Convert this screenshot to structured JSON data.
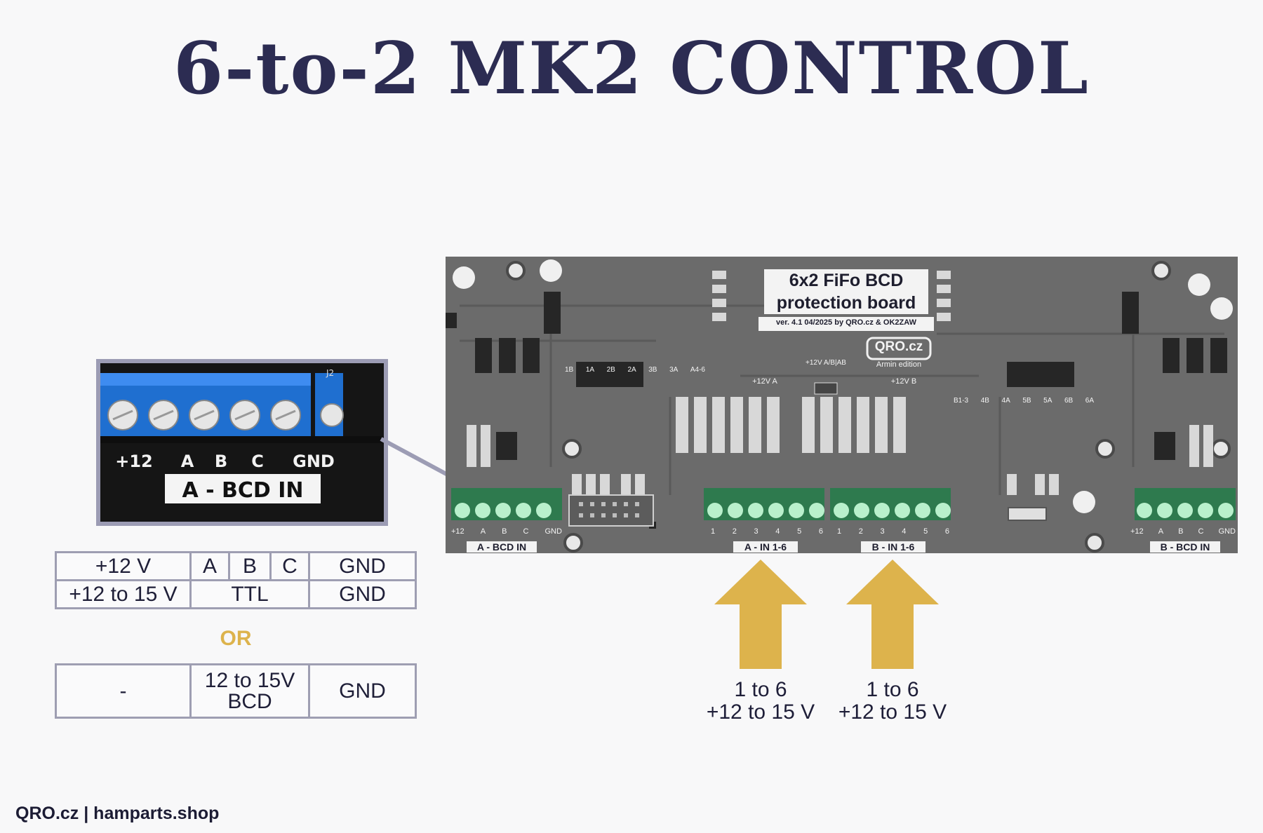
{
  "title": "6-to-2 MK2 CONTROL",
  "footer": "QRO.cz | hamparts.shop",
  "zoom": {
    "pins": [
      "+12",
      "A",
      "B",
      "C",
      "GND"
    ],
    "ref": "J2",
    "caption": "A - BCD IN"
  },
  "table1": {
    "row1": [
      "+12 V",
      "A",
      "B",
      "C",
      "GND"
    ],
    "row2": [
      "+12 to 15 V",
      "TTL",
      "GND"
    ]
  },
  "or_text": "OR",
  "table2": {
    "row1": [
      "-",
      "12 to 15V",
      "BCD",
      "GND"
    ]
  },
  "board": {
    "title_line1": "6x2 FiFo BCD",
    "title_line2": "protection board",
    "version": "ver. 4.1 04/2025 by QRO.cz & OK2ZAW",
    "logo": "QRO.cz",
    "edition": "Armin edition",
    "jumper_label": "+12V A/B|AB",
    "plus12a": "+12V A",
    "plus12b": "+12V B",
    "connectors": {
      "a_bcd": {
        "pins": [
          "+12",
          "A",
          "B",
          "C",
          "GND"
        ],
        "label": "A - BCD IN"
      },
      "a_in": {
        "pins": [
          "1",
          "2",
          "3",
          "4",
          "5",
          "6"
        ],
        "label": "A - IN 1-6"
      },
      "b_in": {
        "pins": [
          "1",
          "2",
          "3",
          "4",
          "5",
          "6"
        ],
        "label": "B - IN 1-6"
      },
      "b_bcd": {
        "pins": [
          "+12",
          "A",
          "B",
          "C",
          "GND"
        ],
        "label": "B - BCD IN"
      }
    },
    "channel_labels_a": [
      "1B",
      "1A",
      "2B",
      "2A",
      "3B",
      "3A",
      "A4-6"
    ],
    "channel_labels_b": [
      "B1-3",
      "4B",
      "4A",
      "5B",
      "5A",
      "6B",
      "6A"
    ]
  },
  "arrows": [
    {
      "line1": "1 to 6",
      "line2": "+12 to 15 V"
    },
    {
      "line1": "1 to 6",
      "line2": "+12 to 15 V"
    }
  ],
  "colors": {
    "title": "#2c2c52",
    "accent_gold": "#ddb34c",
    "table_border": "#9e9eb2",
    "board": "#6d6d6d",
    "terminal_green": "#2e7a4e",
    "terminal_blue": "#1f6fd0"
  }
}
